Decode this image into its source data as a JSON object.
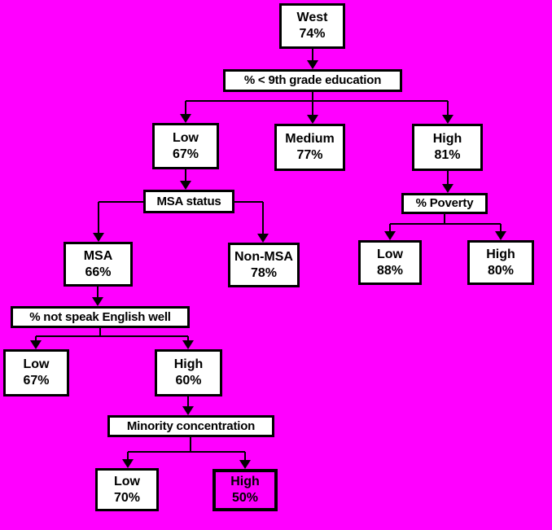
{
  "colors": {
    "background": "#FF00FF",
    "box_fill": "#FFFFFF",
    "box_border": "#000000",
    "text": "#000000",
    "highlight_fill": "#FF00FF"
  },
  "diagram": {
    "type": "decision-tree",
    "root": "west",
    "nodes": {
      "west": {
        "title": "West",
        "value": "74%"
      },
      "education": {
        "title": "% < 9th grade education"
      },
      "education_low": {
        "title": "Low",
        "value": "67%"
      },
      "education_med": {
        "title": "Medium",
        "value": "77%"
      },
      "education_high": {
        "title": "High",
        "value": "81%"
      },
      "msa_status": {
        "title": "MSA status"
      },
      "msa": {
        "title": "MSA",
        "value": "66%"
      },
      "non_msa": {
        "title": "Non-MSA",
        "value": "78%"
      },
      "poverty": {
        "title": "% Poverty"
      },
      "poverty_low": {
        "title": "Low",
        "value": "88%"
      },
      "poverty_high": {
        "title": "High",
        "value": "80%"
      },
      "english": {
        "title": "% not speak English well"
      },
      "english_low": {
        "title": "Low",
        "value": "67%"
      },
      "english_high": {
        "title": "High",
        "value": "60%"
      },
      "minority": {
        "title": "Minority concentration"
      },
      "minority_low": {
        "title": "Low",
        "value": "70%"
      },
      "minority_high": {
        "title": "High",
        "value": "50%",
        "highlighted": true
      }
    },
    "edges": [
      {
        "from": "west",
        "to": "education"
      },
      {
        "from": "education",
        "to": "education_low"
      },
      {
        "from": "education",
        "to": "education_med"
      },
      {
        "from": "education",
        "to": "education_high"
      },
      {
        "from": "education_low",
        "to": "msa_status"
      },
      {
        "from": "msa_status",
        "to": "msa"
      },
      {
        "from": "msa_status",
        "to": "non_msa"
      },
      {
        "from": "education_high",
        "to": "poverty"
      },
      {
        "from": "poverty",
        "to": "poverty_low"
      },
      {
        "from": "poverty",
        "to": "poverty_high"
      },
      {
        "from": "msa",
        "to": "english"
      },
      {
        "from": "english",
        "to": "english_low"
      },
      {
        "from": "english",
        "to": "english_high"
      },
      {
        "from": "english_high",
        "to": "minority"
      },
      {
        "from": "minority",
        "to": "minority_low"
      },
      {
        "from": "minority",
        "to": "minority_high"
      }
    ]
  }
}
